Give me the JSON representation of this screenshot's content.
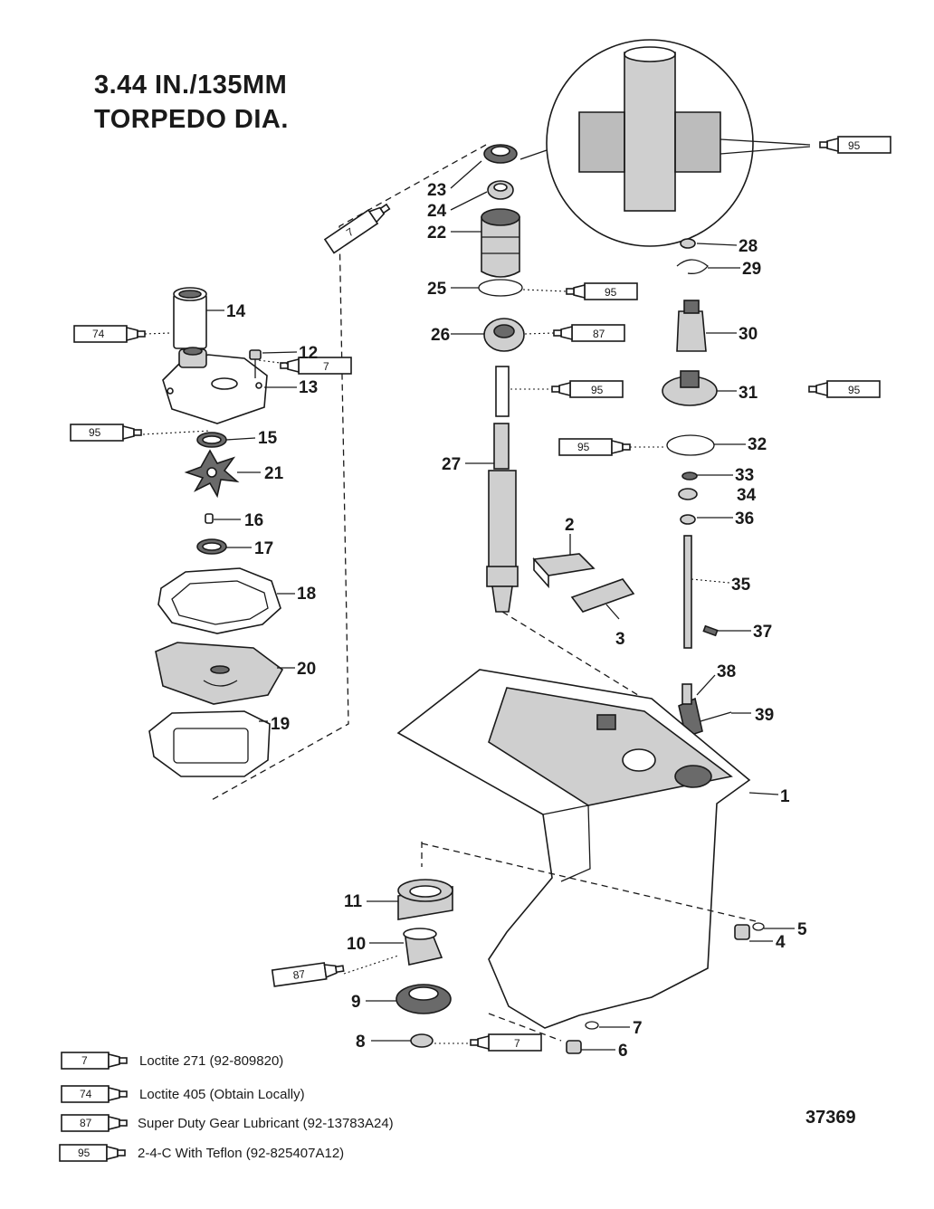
{
  "title_line1": "3.44 IN./135MM",
  "title_line2": "TORPEDO DIA.",
  "figure_number": "37369",
  "parts": {
    "p1": "1",
    "p2": "2",
    "p3": "3",
    "p4": "4",
    "p5": "5",
    "p6": "6",
    "p7a": "7",
    "p8": "8",
    "p9": "9",
    "p10": "10",
    "p11": "11",
    "p12": "12",
    "p13": "13",
    "p14": "14",
    "p15": "15",
    "p16": "16",
    "p17": "17",
    "p18": "18",
    "p19": "19",
    "p20": "20",
    "p21": "21",
    "p22": "22",
    "p23": "23",
    "p24": "24",
    "p25": "25",
    "p26": "26",
    "p27": "27",
    "p28": "28",
    "p29": "29",
    "p30": "30",
    "p31": "31",
    "p32": "32",
    "p33": "33",
    "p34": "34",
    "p35": "35",
    "p36": "36",
    "p37": "37",
    "p38": "38",
    "p39": "39"
  },
  "tubes": {
    "t7_left": "7",
    "t74_left": "74",
    "t95_left": "95",
    "t7_12": "7",
    "t95_seal": "95",
    "t95_25": "95",
    "t87_26": "87",
    "t95_27": "95",
    "t95_31": "95",
    "t95_32": "95",
    "t87_10": "87",
    "t7_8": "7"
  },
  "legend": [
    {
      "code": "7",
      "text": "Loctite 271 (92-809820)"
    },
    {
      "code": "74",
      "text": "Loctite 405  (Obtain Locally)"
    },
    {
      "code": "87",
      "text": "Super Duty Gear Lubricant (92-13783A24)"
    },
    {
      "code": "95",
      "text": "2-4-C  With Teflon (92-825407A12)"
    }
  ]
}
